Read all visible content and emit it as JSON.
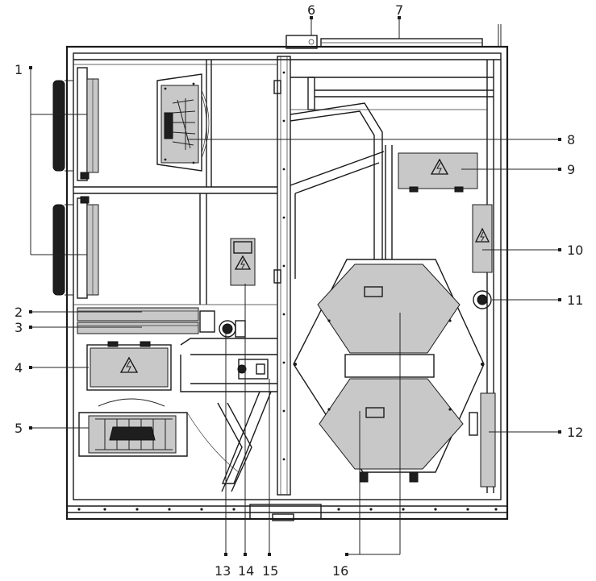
{
  "callouts": {
    "c1": "1",
    "c2": "2",
    "c3": "3",
    "c4": "4",
    "c5": "5",
    "c6": "6",
    "c7": "7",
    "c8": "8",
    "c9": "9",
    "c10": "10",
    "c11": "11",
    "c12": "12",
    "c13": "13",
    "c14": "14",
    "c15": "15",
    "c16": "16"
  },
  "icons": [
    "electrical-warning-icon",
    "fan-icon",
    "sensor-icon",
    "filter-icon",
    "heat-exchanger-icon"
  ]
}
